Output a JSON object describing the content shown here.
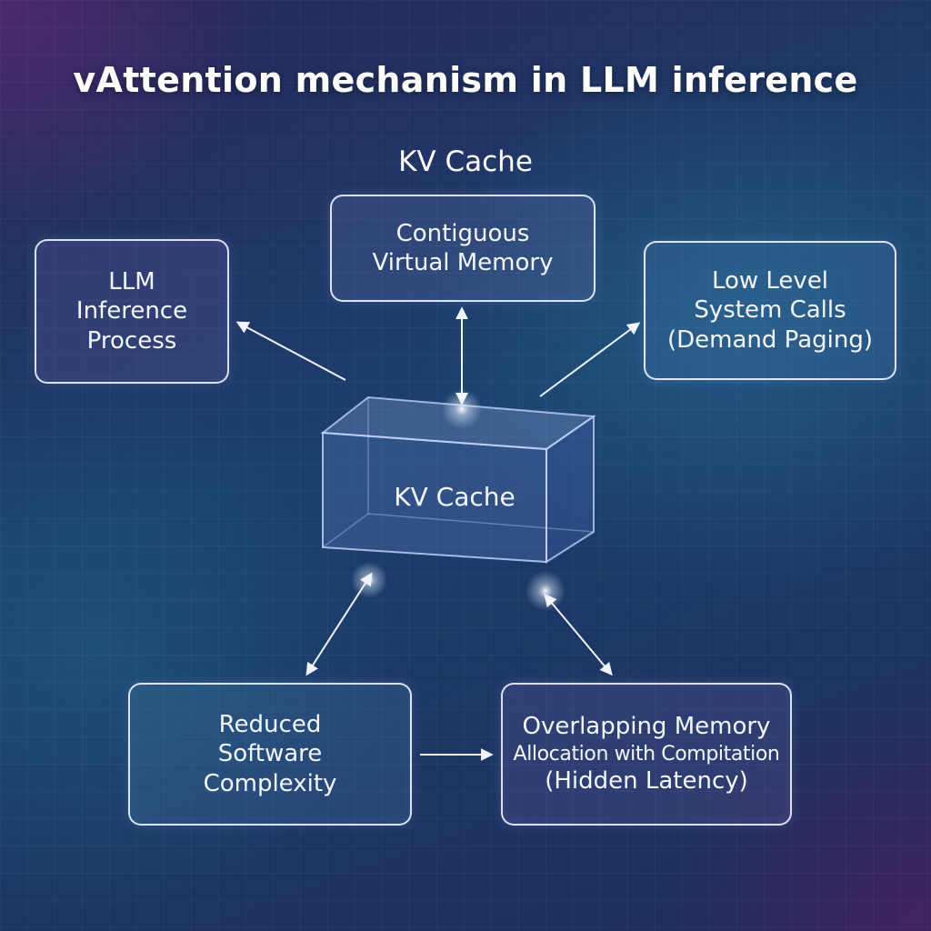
{
  "title": "vAttention mechanism in LLM inference",
  "subtitle": "KV Cache",
  "center": {
    "label": "KV Cache"
  },
  "nodes": {
    "llm_inference": [
      "LLM",
      "Inference",
      "Process"
    ],
    "contiguous_memory": [
      "Contiguous",
      "Virtual Memory"
    ],
    "system_calls": [
      "Low Level",
      "System Calls",
      "(Demand Paging)"
    ],
    "reduced_complexity": [
      "Reduced",
      "Software",
      "Complexity"
    ],
    "overlapping_memory": [
      "Overlapping Memory",
      "Allocation with Compitation",
      "(Hidden Latency)"
    ]
  },
  "colors": {
    "background_primary": "#1b3f6e",
    "background_accent": "#5a2878",
    "box_border": "#ebf0ff",
    "text": "#ffffff"
  }
}
